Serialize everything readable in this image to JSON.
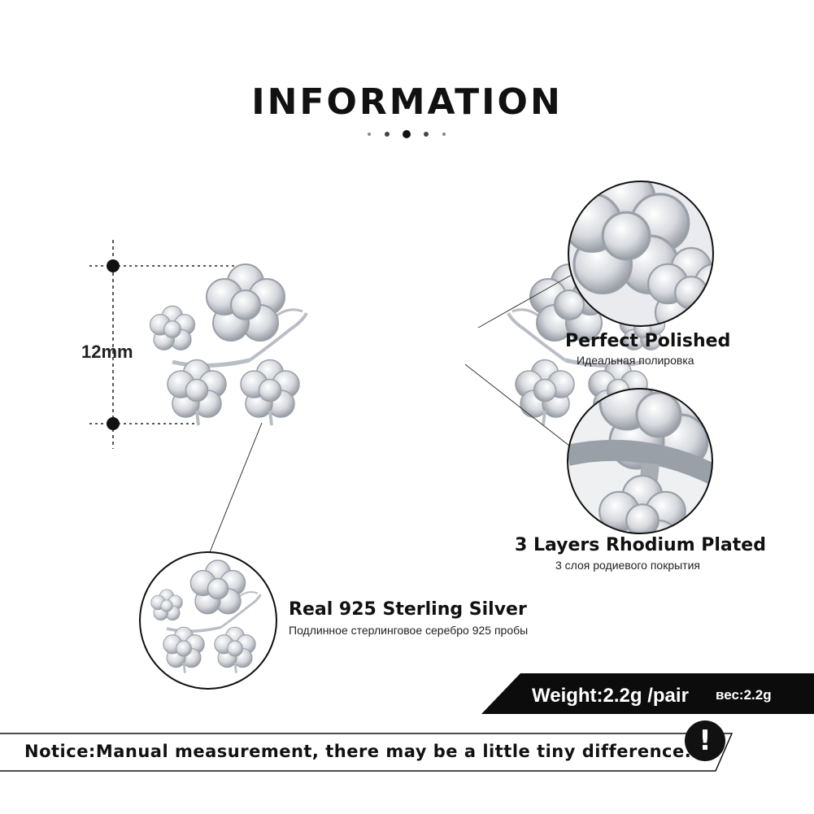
{
  "header": {
    "title": "INFORMATION"
  },
  "dimension": {
    "label": "12mm"
  },
  "features": [
    {
      "title": "Perfect  Polished",
      "subtitle": "Идеальная полировка"
    },
    {
      "title": "3 Layers Rhodium Plated",
      "subtitle": "3 слоя родиевого покрытия"
    },
    {
      "title": "Real 925  Sterling  Silver",
      "subtitle": "Подлинное стерлинговое серебро 925 пробы"
    }
  ],
  "weight": {
    "label": "Weight:2.2g /pair",
    "label_ru": "вес:2.2g"
  },
  "notice": {
    "text": "Notice:Manual measurement, there may be a little tiny difference.",
    "badge": "!"
  },
  "colors": {
    "text": "#111111",
    "bar": "#0c0c0c",
    "background": "#ffffff",
    "silver": "#c9ccd2"
  },
  "icons": [
    "flower-earring-icon",
    "exclamation-icon"
  ]
}
